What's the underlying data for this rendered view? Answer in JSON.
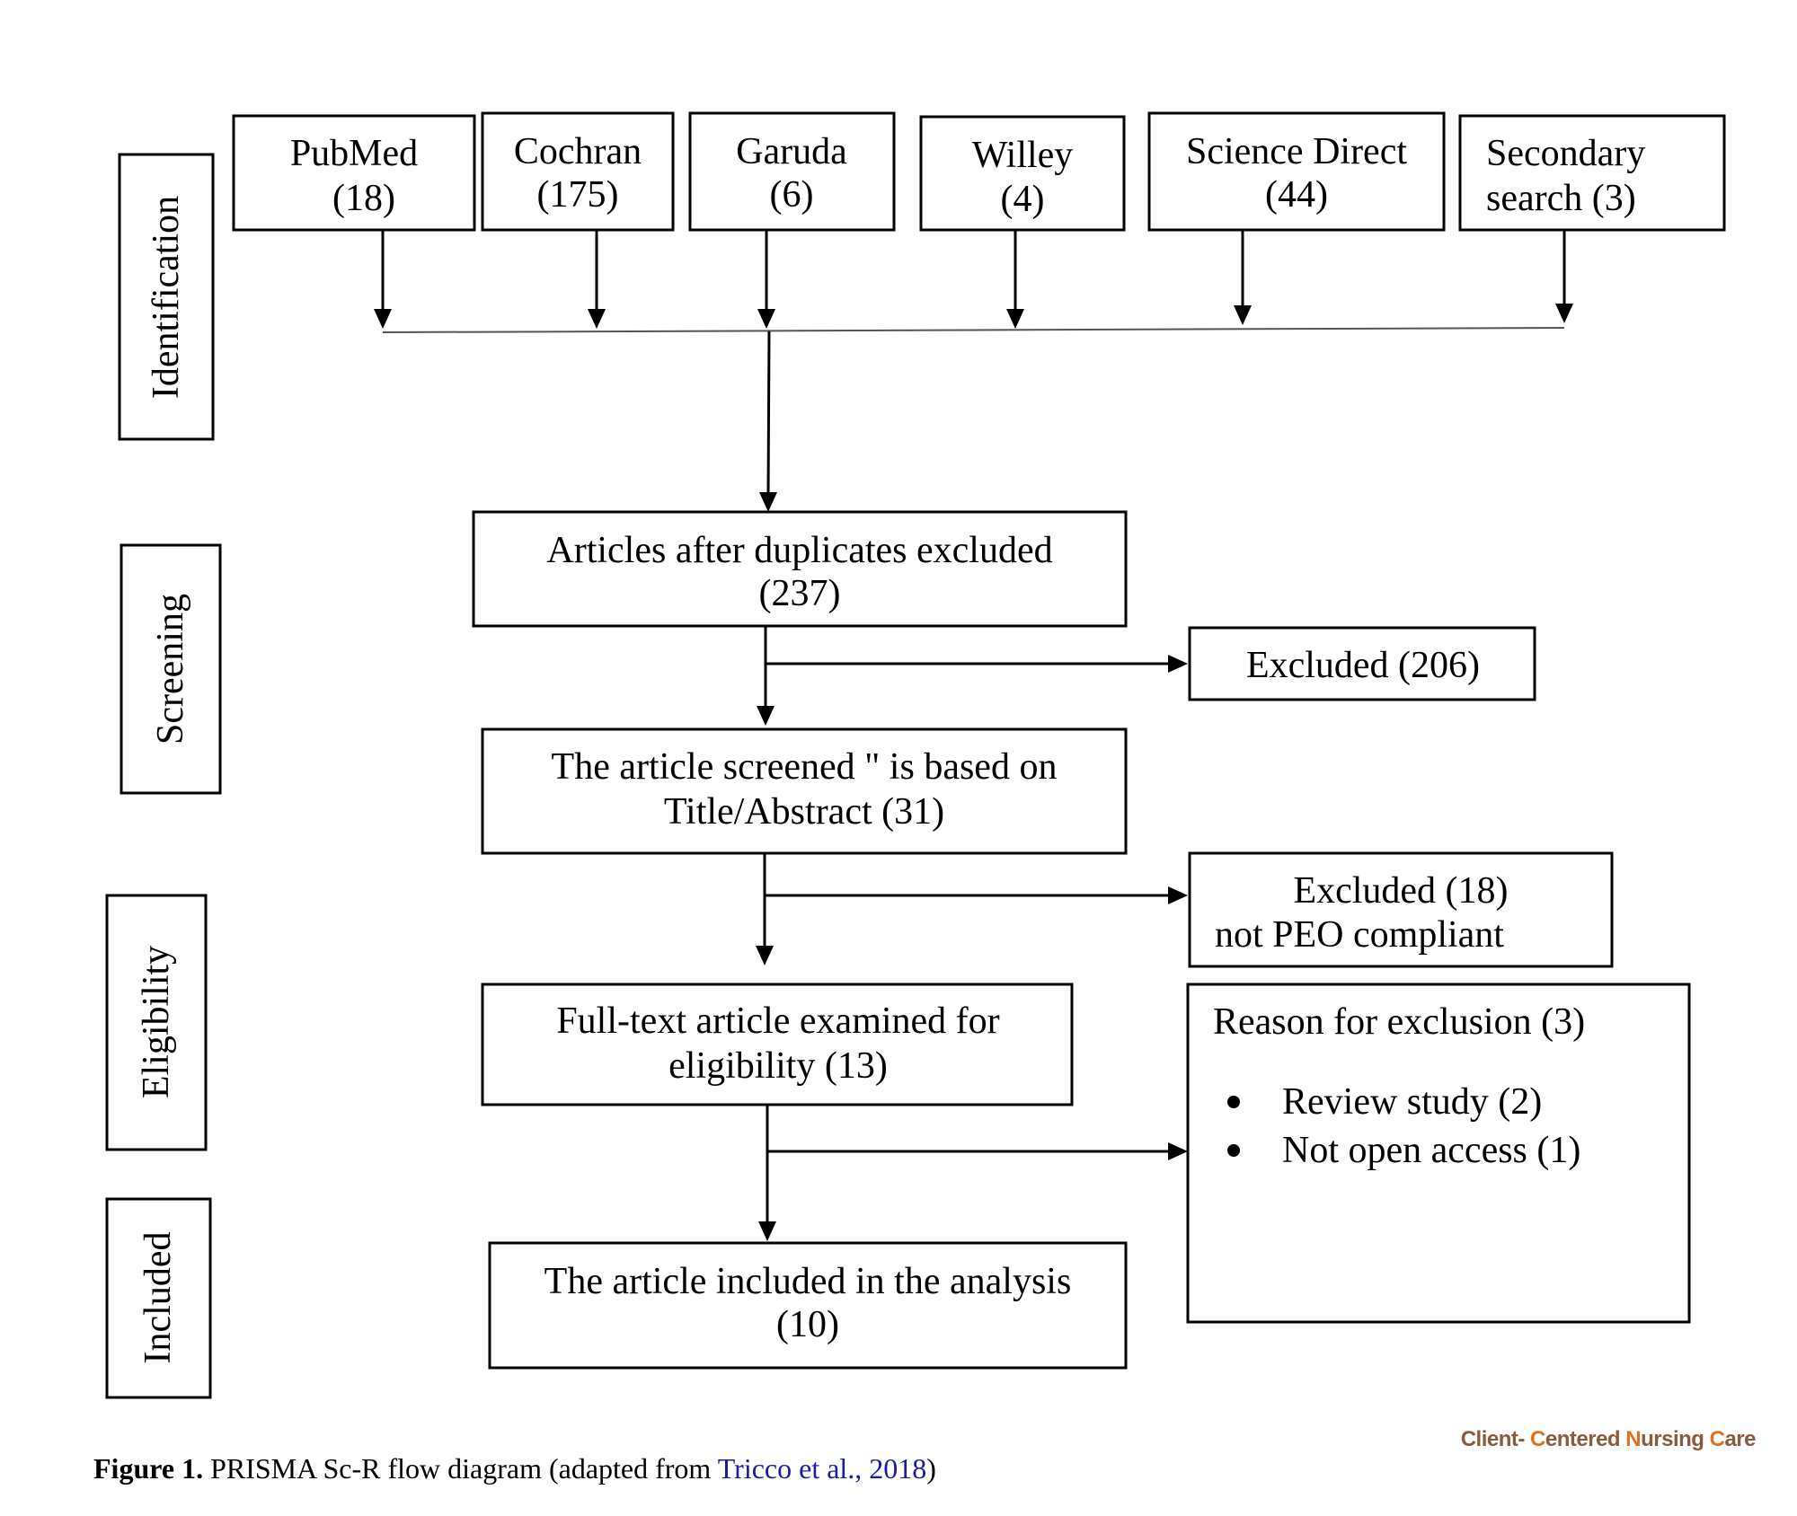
{
  "stages": {
    "identification": "Identification",
    "screening": "Screening",
    "eligibility": "Eligibility",
    "included": "Included"
  },
  "sources": [
    {
      "line1": "PubMed",
      "line2": "(18)"
    },
    {
      "line1": "Cochran",
      "line2": "(175)"
    },
    {
      "line1": "Garuda",
      "line2": "(6)"
    },
    {
      "line1": "Willey",
      "line2": "(4)"
    },
    {
      "line1": "Science Direct",
      "line2": "(44)"
    },
    {
      "line1": "Secondary",
      "line2": "search (3)"
    }
  ],
  "flow": {
    "duplicates": {
      "line1": "Articles after duplicates excluded",
      "line2": "(237)"
    },
    "excluded_1": {
      "line1": "Excluded (206)"
    },
    "screened": {
      "line1": "The article screened \" is based on",
      "line2": "Title/Abstract (31)"
    },
    "excluded_2": {
      "line1": "Excluded (18)",
      "line2": "not PEO compliant"
    },
    "fulltext": {
      "line1": "Full-text article examined for",
      "line2": "eligibility (13)"
    },
    "reasons": {
      "title": "Reason for exclusion (3)",
      "items": [
        "Review study (2)",
        "Not open access (1)"
      ]
    },
    "included": {
      "line1": "The article included in the analysis",
      "line2": "(10)"
    }
  },
  "caption": {
    "label": "Figure 1.",
    "text": " PRISMA Sc-R flow diagram (adapted from ",
    "link": "Tricco et al., 2018",
    "end": ")"
  },
  "journal": {
    "part1": "Client- ",
    "c1": "C",
    "part2": "entered ",
    "n1": "N",
    "part3": "ursing ",
    "c2": "C",
    "part4": "are"
  }
}
